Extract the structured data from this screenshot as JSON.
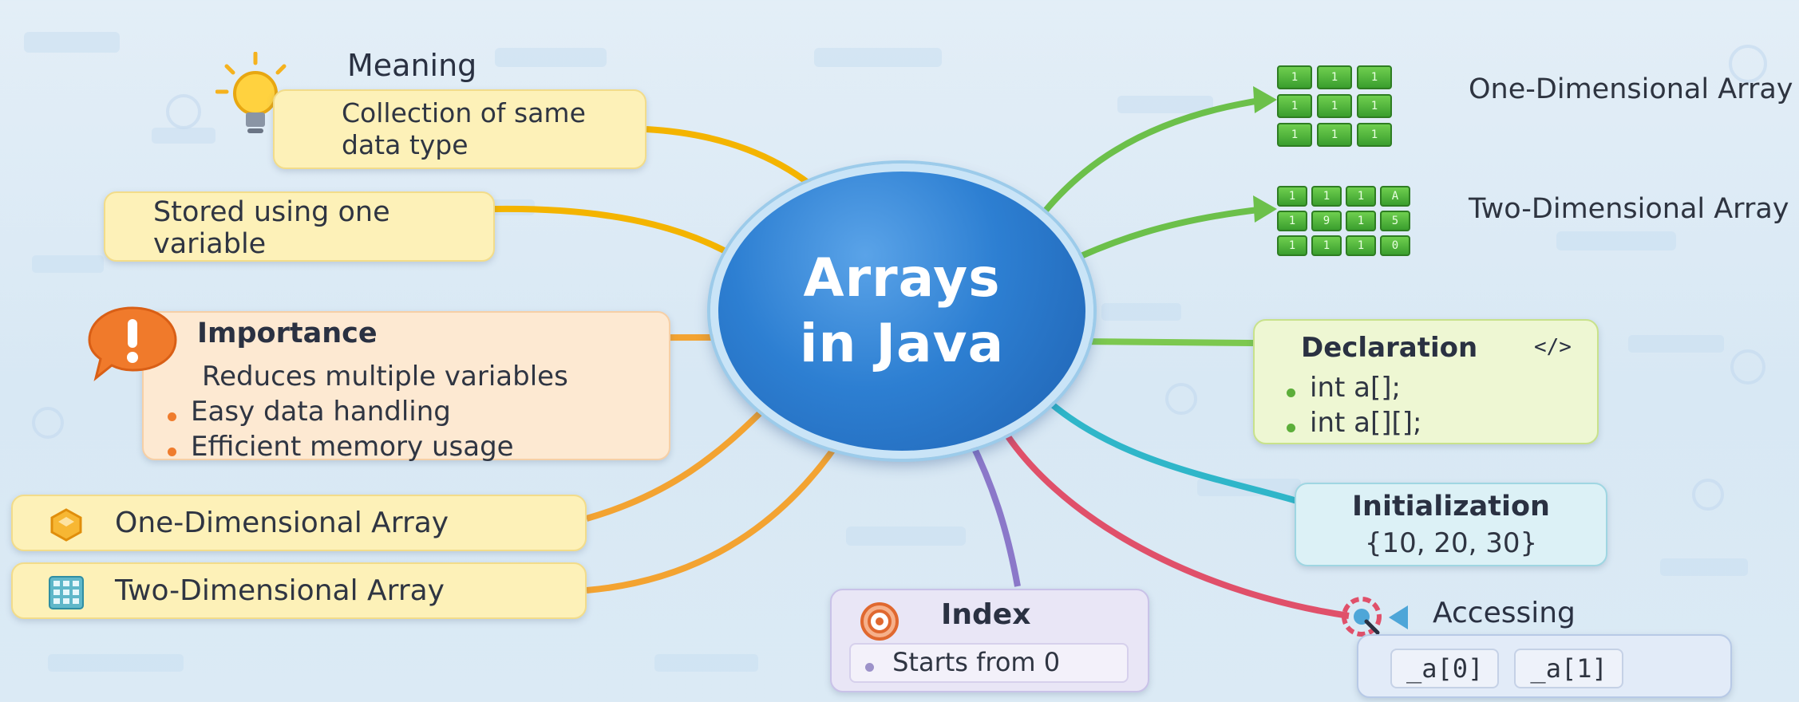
{
  "center": {
    "line1": "Arrays",
    "line2": "in Java"
  },
  "left": {
    "meaning": {
      "title": "Meaning",
      "text": "Collection of same data type",
      "icon": "lightbulb-icon"
    },
    "stored": {
      "text": "Stored using one variable"
    },
    "importance": {
      "title": "Importance",
      "icon": "exclamation-icon",
      "items": [
        "Reduces multiple variables",
        "Easy data handling",
        "Efficient memory usage"
      ]
    },
    "one_dim": {
      "label": "One-Dimensional Array",
      "icon": "cube-icon"
    },
    "two_dim": {
      "label": "Two-Dimensional Array",
      "icon": "grid-icon"
    }
  },
  "right": {
    "one_dim": {
      "label": "One-Dimensional Array",
      "cells": [
        "1",
        "1",
        "1",
        "1",
        "1",
        "1",
        "1",
        "1",
        "1"
      ]
    },
    "two_dim": {
      "label": "Two-Dimensional Array",
      "cells": [
        "1",
        "1",
        "1",
        "A",
        "1",
        "9",
        "1",
        "5",
        "1",
        "1",
        "1",
        "0"
      ]
    },
    "declaration": {
      "title": "Declaration",
      "icon": "code-icon",
      "items": [
        "int a[];",
        "int a[][];"
      ]
    },
    "initialization": {
      "title": "Initialization",
      "value": "{10, 20, 30}"
    },
    "accessing": {
      "title": "Accessing",
      "icon": "magnifier-icon",
      "items": [
        "_a[0]",
        "_a[1]"
      ]
    }
  },
  "bottom": {
    "index": {
      "title": "Index",
      "icon": "target-icon",
      "text": "Starts from 0"
    }
  },
  "colors": {
    "center": "#2d7fd2",
    "line_left": "#f4b400",
    "line_green": "#6cc04a",
    "line_cyan": "#2fb6c9",
    "line_red": "#e0506a",
    "line_purple": "#8b78c9"
  }
}
